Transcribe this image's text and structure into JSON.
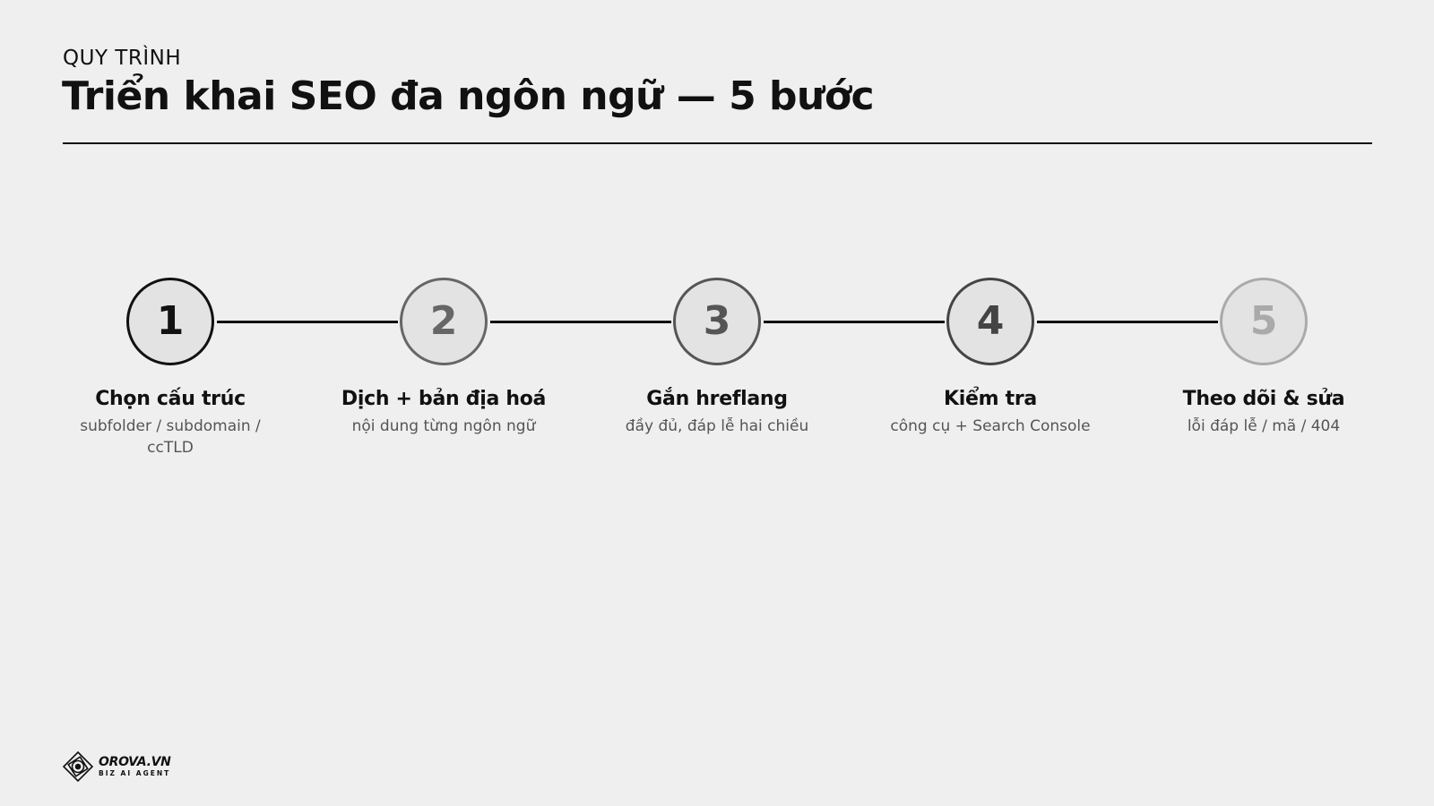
{
  "header": {
    "eyebrow": "QUY TRÌNH",
    "title": "Triển khai SEO đa ngôn ngữ — 5 bước"
  },
  "steps": [
    {
      "number": "1",
      "title": "Chọn cấu trúc",
      "desc": "subfolder / subdomain / ccTLD",
      "color": "#111111"
    },
    {
      "number": "2",
      "title": "Dịch + bản địa hoá",
      "desc": "nội dung từng ngôn ngữ",
      "color": "#666666"
    },
    {
      "number": "3",
      "title": "Gắn hreflang",
      "desc": "đầy đủ, đáp lễ hai chiều",
      "color": "#555555"
    },
    {
      "number": "4",
      "title": "Kiểm tra",
      "desc": "công cụ + Search Console",
      "color": "#444444"
    },
    {
      "number": "5",
      "title": "Theo dõi & sửa",
      "desc": "lỗi đáp lễ / mã / 404",
      "color": "#aaaaaa"
    }
  ],
  "logo": {
    "name": "OROVA.VN",
    "tagline": "BIZ AI AGENT"
  }
}
